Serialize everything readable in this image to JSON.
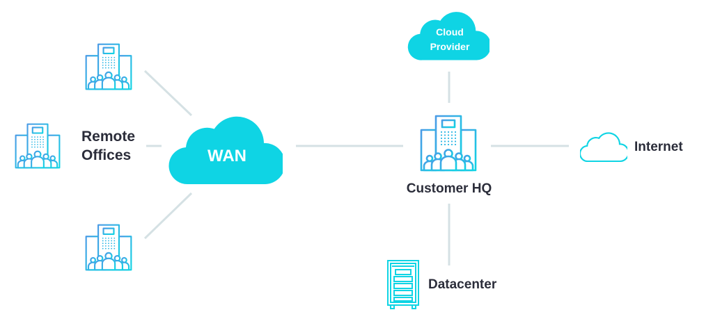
{
  "colors": {
    "gradient_start": "#4a9be6",
    "gradient_end": "#0fd4e4",
    "connector": "#d5e1e4",
    "label": "#2b2d3a"
  },
  "nodes": {
    "remote_offices": {
      "line1": "Remote",
      "line2": "Offices",
      "icon": "office-building-people-icon"
    },
    "wan": {
      "label": "WAN",
      "icon": "cloud-filled-icon"
    },
    "cloud_provider": {
      "line1": "Cloud",
      "line2": "Provider",
      "icon": "cloud-filled-icon"
    },
    "customer_hq": {
      "label": "Customer HQ",
      "icon": "office-building-people-icon"
    },
    "internet": {
      "label": "Internet",
      "icon": "cloud-outline-icon"
    },
    "datacenter": {
      "label": "Datacenter",
      "icon": "server-rack-icon"
    }
  },
  "edges": [
    [
      "remote_office_1",
      "wan"
    ],
    [
      "remote_office_2",
      "wan"
    ],
    [
      "remote_office_3",
      "wan"
    ],
    [
      "wan",
      "customer_hq"
    ],
    [
      "cloud_provider",
      "customer_hq"
    ],
    [
      "customer_hq",
      "internet"
    ],
    [
      "customer_hq",
      "datacenter"
    ]
  ]
}
